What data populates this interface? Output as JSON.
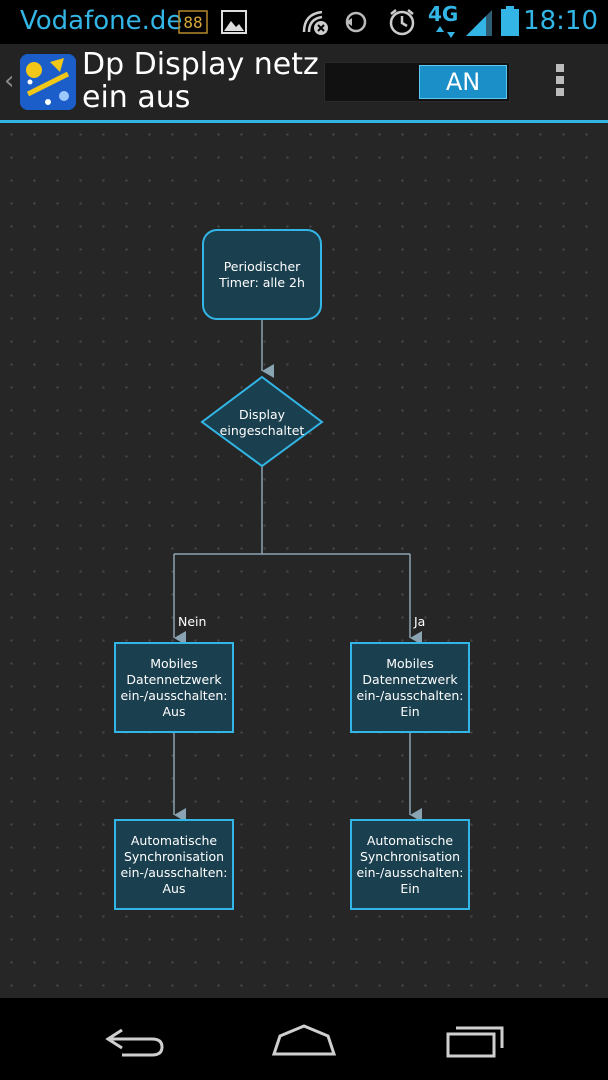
{
  "status_bar": {
    "carrier": "Vodafone.de",
    "network": "4G",
    "time": "18:10",
    "accent": "#33b5e5"
  },
  "action_bar": {
    "title_line1": "Dp Display netz",
    "title_line2": "ein aus",
    "toggle_label": "AN",
    "app_icon": "app-icon"
  },
  "flow": {
    "timer": [
      "Periodischer",
      "Timer: alle 2h"
    ],
    "condition": [
      "Display",
      "eingeschaltet"
    ],
    "branch_no": "Nein",
    "branch_yes": "Ja",
    "mobile_off": [
      "Mobiles",
      "Datennetzwerk",
      "ein-/ausschalten:",
      "Aus"
    ],
    "mobile_on": [
      "Mobiles",
      "Datennetzwerk",
      "ein-/ausschalten:",
      "Ein"
    ],
    "sync_off": [
      "Automatische",
      "Synchronisation",
      "ein-/ausschalten:",
      "Aus"
    ],
    "sync_on": [
      "Automatische",
      "Synchronisation",
      "ein-/ausschalten:",
      "Ein"
    ],
    "node_fill": "#1a3f4f",
    "node_stroke": "#33b5e5",
    "edge_color": "#8aa4b4"
  },
  "nav_bar": {
    "icons": [
      "back-icon",
      "home-icon",
      "recent-apps-icon"
    ]
  }
}
